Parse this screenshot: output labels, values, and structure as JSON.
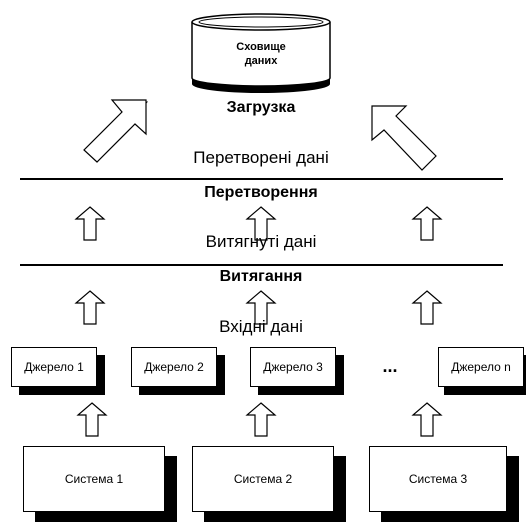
{
  "warehouse": {
    "label_line1": "Сховище",
    "label_line2": "даних"
  },
  "stages": {
    "load": "Загрузка",
    "transform": "Перетворення",
    "extract": "Витягання"
  },
  "flows": {
    "transformed": "Перетворені дані",
    "extracted": "Витягнуті дані",
    "input": "Вхідні дані"
  },
  "sources": [
    "Джерело 1",
    "Джерело 2",
    "Джерело 3",
    "Джерело n"
  ],
  "ellipsis": "...",
  "systems": [
    "Система 1",
    "Система 2",
    "Система 3"
  ]
}
